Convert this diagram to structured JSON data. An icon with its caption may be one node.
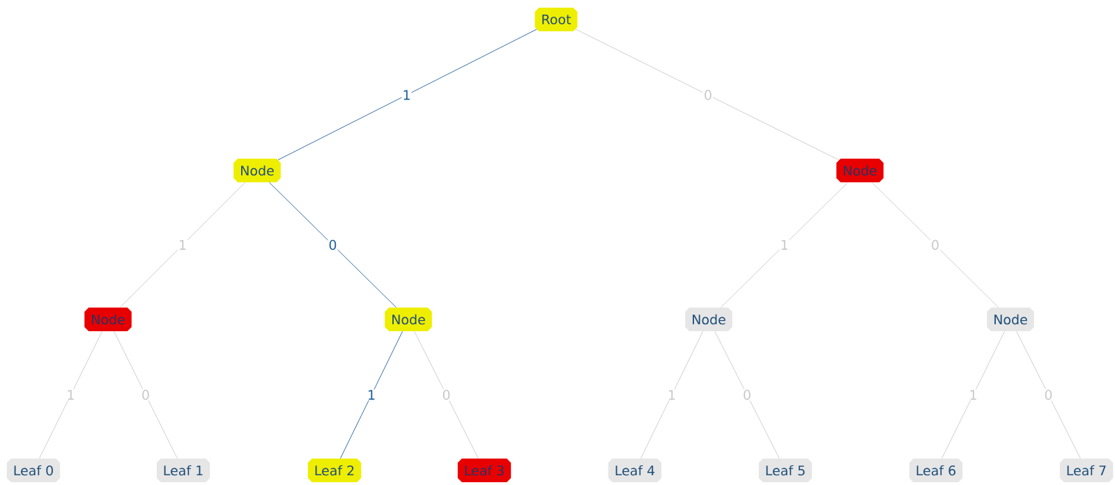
{
  "diagram": {
    "nodes": [
      {
        "text": [
          "Root"
        ]
      },
      {
        "text": [
          "Node"
        ]
      },
      {
        "text": [
          "Node"
        ]
      },
      {
        "text": [
          "Node"
        ]
      },
      {
        "text": [
          "Node"
        ]
      },
      {
        "text": [
          "Node"
        ]
      },
      {
        "text": [
          "Node"
        ]
      },
      {
        "text": [
          "Leaf 0"
        ]
      },
      {
        "text": [
          "Leaf 1"
        ]
      },
      {
        "text": [
          "Leaf 2"
        ]
      },
      {
        "text": [
          "Leaf 3"
        ]
      },
      {
        "text": [
          "Leaf 4"
        ]
      },
      {
        "text": [
          "Leaf 5"
        ]
      },
      {
        "text": [
          "Leaf 6"
        ]
      },
      {
        "text": [
          "Leaf 7"
        ]
      }
    ],
    "edges": [
      {
        "from": 0,
        "to": 1,
        "arrow": "none",
        "label": "1",
        "color": "#1f5f99"
      },
      {
        "from": 0,
        "to": 2,
        "arrow": "none",
        "label": "0"
      },
      {
        "from": 1,
        "to": 3,
        "arrow": "none",
        "label": "1"
      },
      {
        "from": 1,
        "to": 4,
        "arrow": "none",
        "label": "0",
        "color": "#1f5f99"
      },
      {
        "from": 2,
        "to": 5,
        "arrow": "none",
        "label": "1"
      },
      {
        "from": 2,
        "to": 6,
        "arrow": "none",
        "label": "0"
      },
      {
        "from": 3,
        "to": 7,
        "arrow": "none",
        "label": "1"
      },
      {
        "from": 3,
        "to": 8,
        "arrow": "none",
        "label": "0"
      },
      {
        "from": 4,
        "to": 9,
        "arrow": "none",
        "label": "1",
        "color": "#1f5f99"
      },
      {
        "from": 4,
        "to": 10,
        "arrow": "none",
        "label": "0"
      },
      {
        "from": 5,
        "to": 11,
        "arrow": "none",
        "label": "1"
      },
      {
        "from": 5,
        "to": 12,
        "arrow": "none",
        "label": "0"
      },
      {
        "from": 6,
        "to": 13,
        "arrow": "none",
        "label": "1"
      },
      {
        "from": 6,
        "to": 14,
        "arrow": "none",
        "label": "0"
      }
    ]
  }
}
